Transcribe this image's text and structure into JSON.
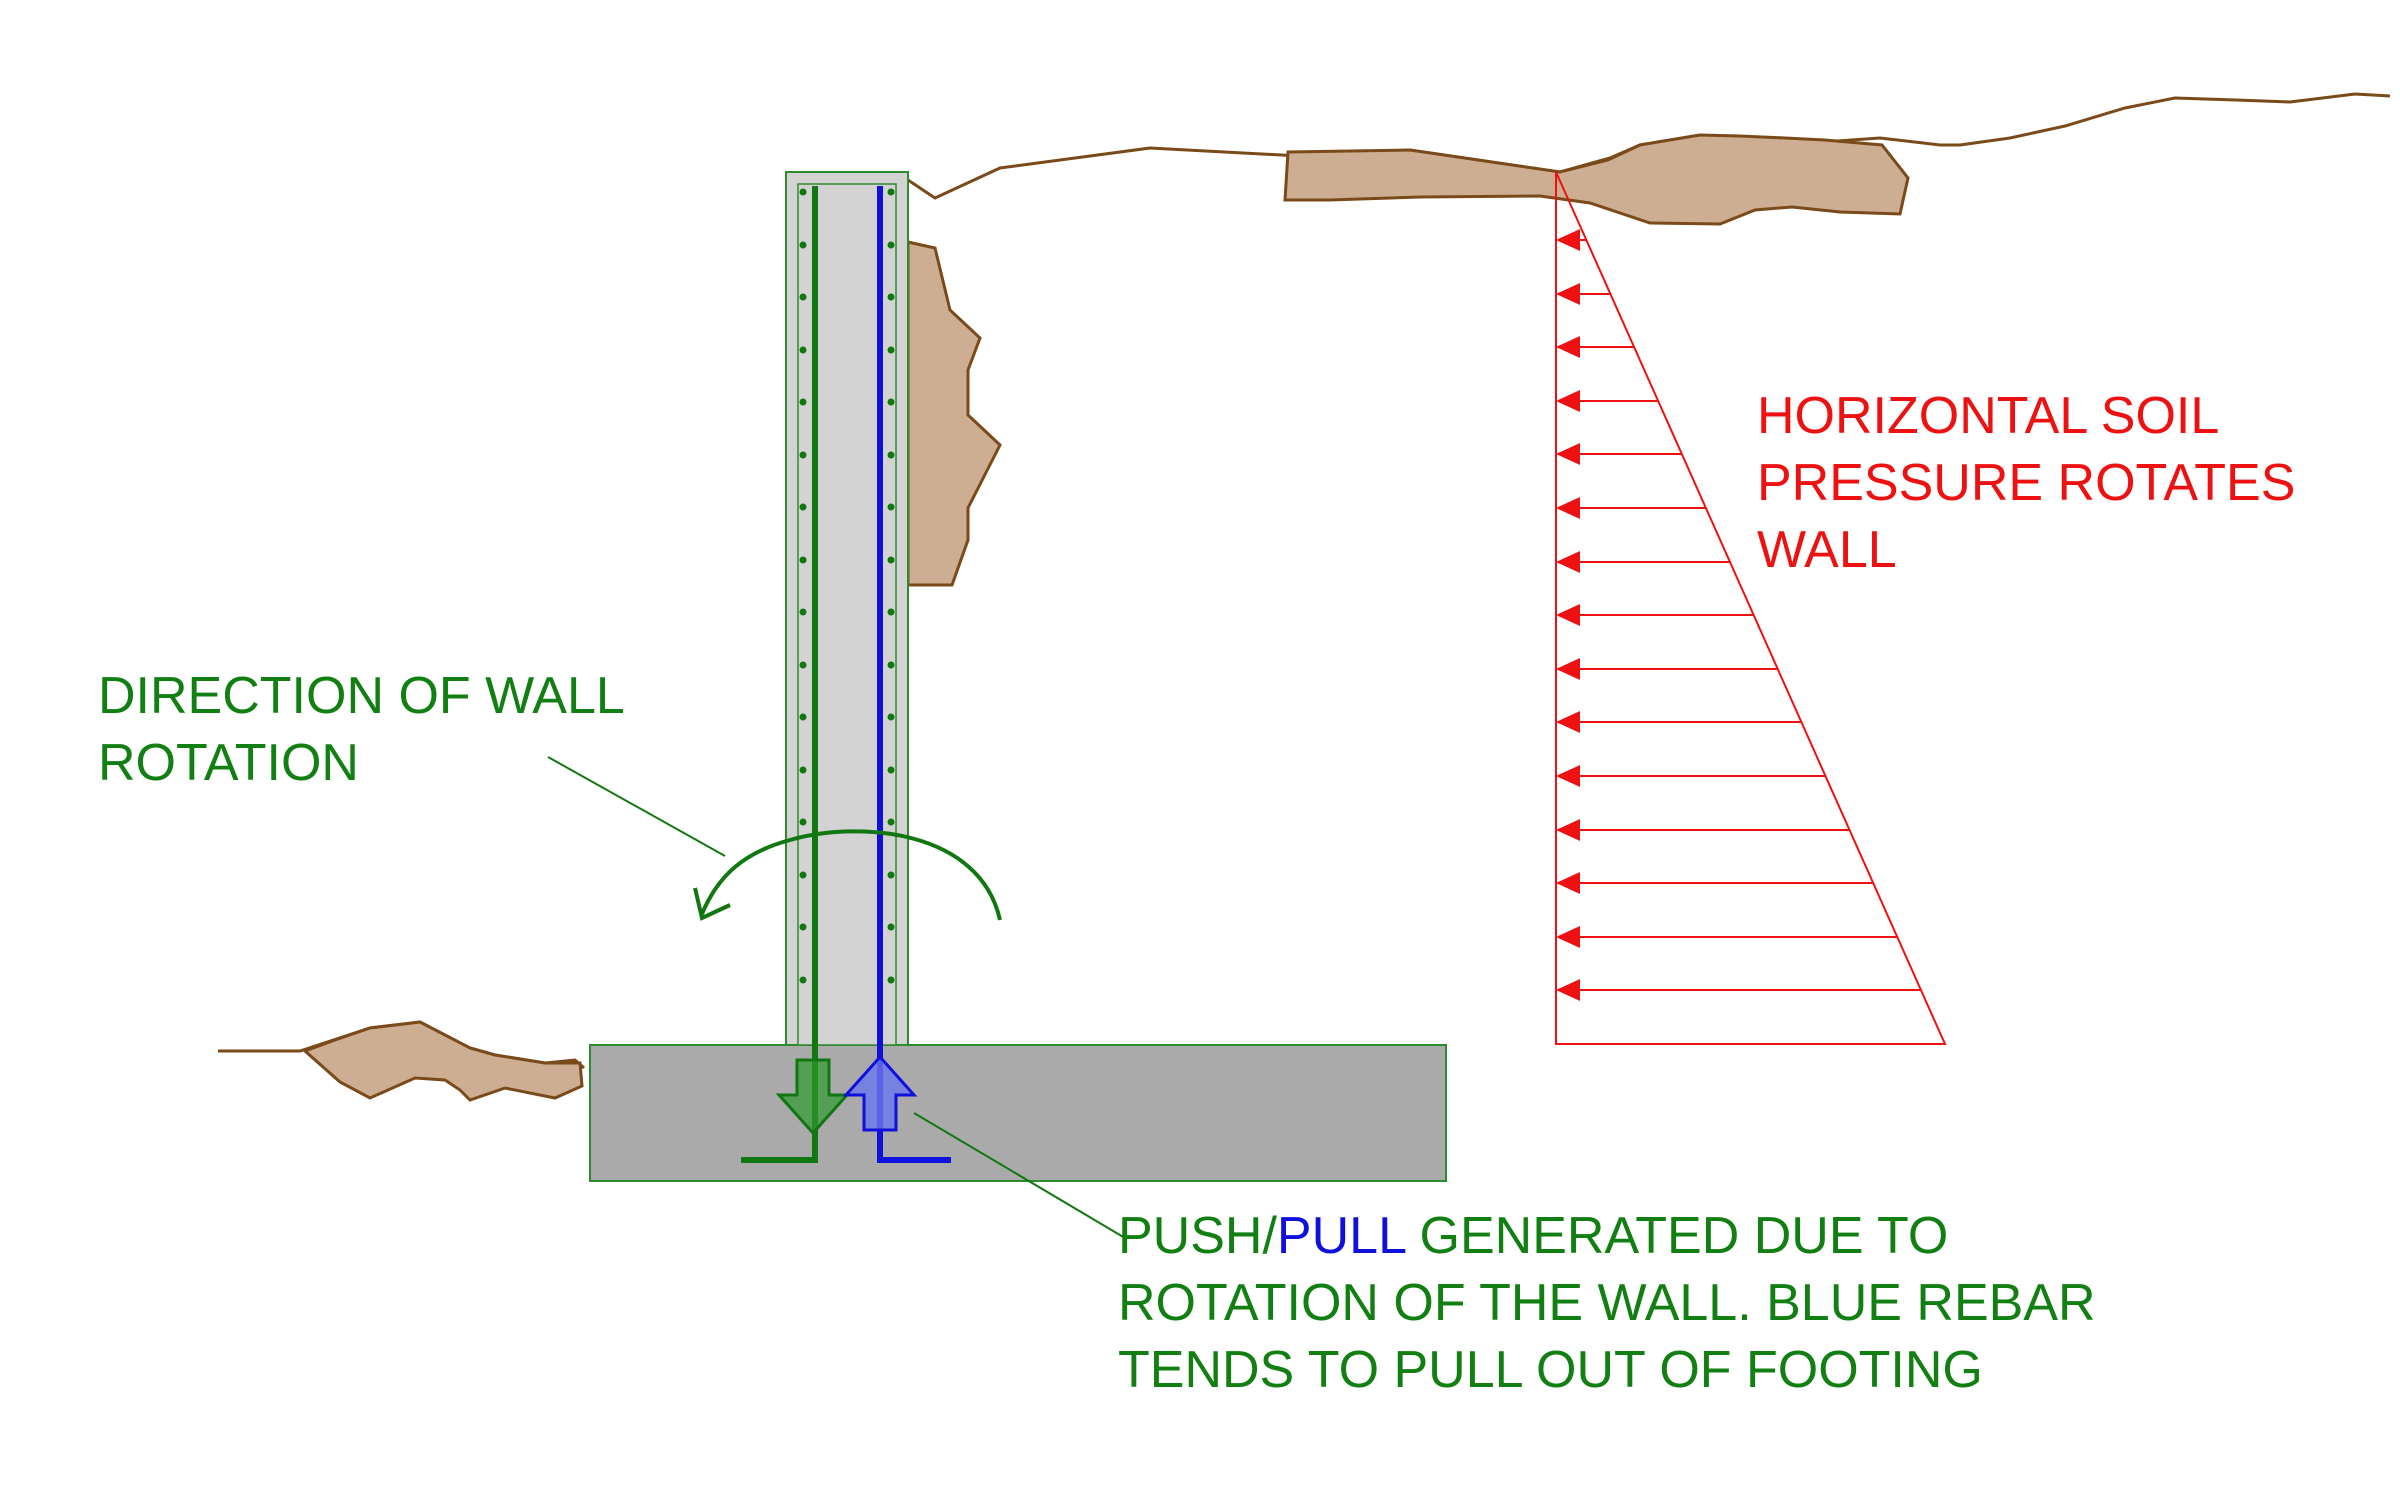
{
  "labels": {
    "rotation_line1": "DIRECTION OF WALL",
    "rotation_line2": "ROTATION",
    "pressure_line1": "HORIZONTAL SOIL",
    "pressure_line2": "PRESSURE ROTATES",
    "pressure_line3": "WALL",
    "push_word": "PUSH/",
    "pull_word": "PULL",
    "push_line1_rest": " GENERATED DUE TO",
    "push_line2": "ROTATION OF THE WALL. BLUE REBAR",
    "push_line3": "TENDS TO PULL OUT OF FOOTING"
  },
  "colors": {
    "rotation_text": "#127f12",
    "pressure_text": "#ee1111",
    "push_text": "#127f12",
    "pull_text": "#1010dd",
    "wall_fill": "#d3d3d3",
    "footing_fill": "#aaaaaa",
    "outline": "#2e8b2e",
    "soil_fill": "#cdae92",
    "soil_line": "#7a4a1a",
    "green_rebar": "#117711",
    "blue_rebar": "#1010dd",
    "pressure_arrows": "#ee1111"
  },
  "icons": {
    "rotation_arrow": "curved-arrow-left-icon",
    "push_arrow": "arrow-down-icon",
    "pull_arrow": "arrow-up-icon"
  }
}
